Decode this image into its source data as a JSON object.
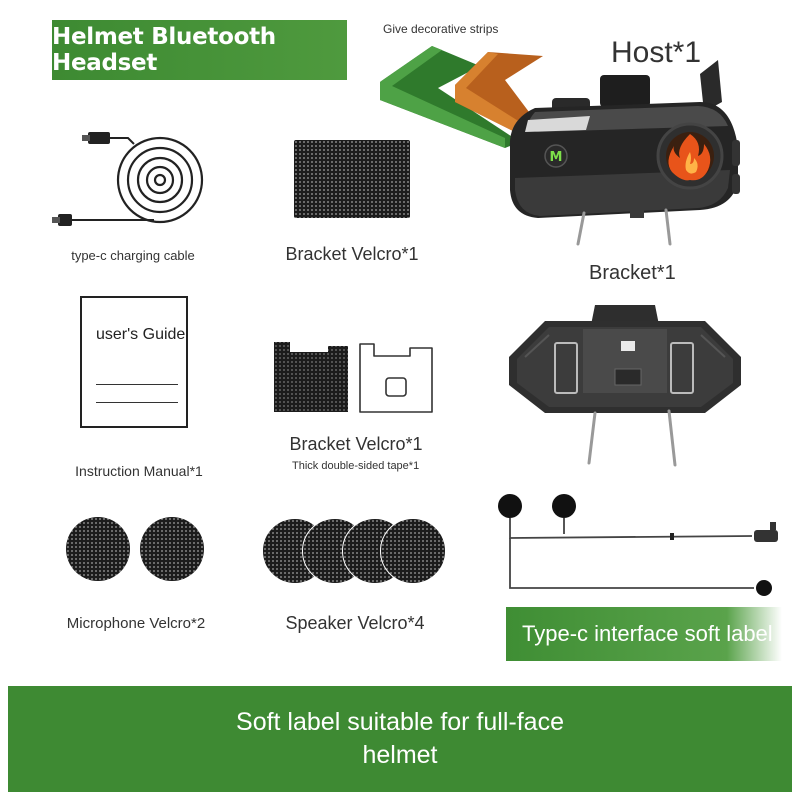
{
  "header": {
    "title": "Helmet Bluetooth Headset",
    "decorative_strips_label": "Give decorative strips"
  },
  "host": {
    "title": "Host*1",
    "button_letter": "M"
  },
  "items": {
    "charging_cable": "type-c charging cable",
    "bracket_velcro_1": "Bracket Velcro*1",
    "bracket": "Bracket*1",
    "manual_cover_text": "user's Guide",
    "manual": "Instruction Manual*1",
    "bracket_velcro_2": "Bracket Velcro*1",
    "tape": "Thick double-sided tape*1",
    "microphone_velcro": "Microphone Velcro*2",
    "speaker_velcro": "Speaker Velcro*4"
  },
  "soft_label": {
    "title": "Type-c interface soft label"
  },
  "footer": {
    "line1": "Soft label suitable for full-face",
    "line2": "helmet"
  },
  "colors": {
    "brand_green": "#3e8a33",
    "strip_green": "#2f7a2c",
    "strip_orange": "#b8601d",
    "flame_orange": "#e8541a",
    "m_button_green": "#7ee04a"
  }
}
